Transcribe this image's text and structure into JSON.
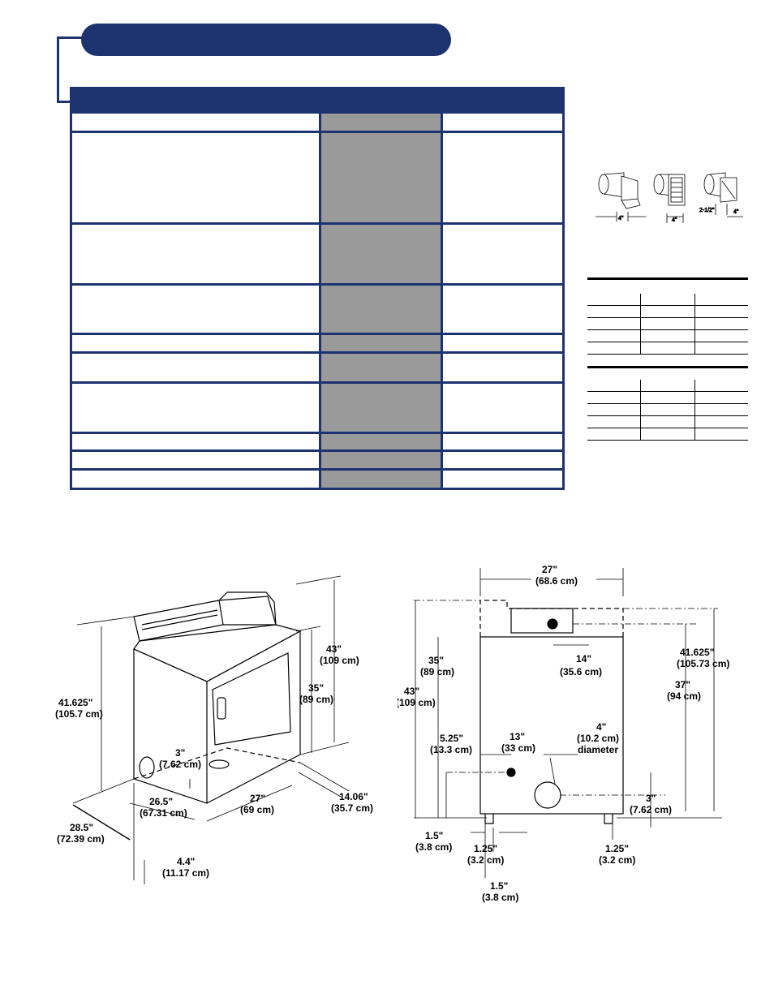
{
  "colors": {
    "brand_navy": "#1c3370",
    "shade_gray": "#9a9a9a"
  },
  "hoods": {
    "labels": [
      "4\"",
      "4\"",
      "2-1/2\"",
      "4\""
    ]
  },
  "left_diagram": {
    "dim_height_total": [
      "43\"",
      "(109 cm)"
    ],
    "dim_height_top": [
      "35\"",
      "(89 cm)"
    ],
    "dim_height_front": [
      "41.625\"",
      "(105.7 cm)"
    ],
    "dim_vent_height": [
      "3\"",
      "(7.62 cm)"
    ],
    "dim_depth_body": [
      "26.5\"",
      "(67.31 cm)"
    ],
    "dim_width": [
      "27\"",
      "(69 cm)"
    ],
    "dim_side_offset": [
      "14.06\"",
      "(35.7 cm)"
    ],
    "dim_depth_total": [
      "28.5\"",
      "(72.39 cm)"
    ],
    "dim_back_offset": [
      "4.4\"",
      "(11.17 cm)"
    ]
  },
  "right_diagram": {
    "dim_width": [
      "27\"",
      "(68.6 cm)"
    ],
    "dim_height_top": [
      "35\"",
      "(89 cm)"
    ],
    "dim_height_total": [
      "43\"",
      "(109 cm)"
    ],
    "dim_console_offset": [
      "14\"",
      "(35.6 cm)"
    ],
    "dim_vent_diameter": [
      "4\"",
      "(10.2 cm)",
      "diameter"
    ],
    "dim_vent_horiz": [
      "13\"",
      "(33 cm)"
    ],
    "dim_gas_height": [
      "5.25\"",
      "(13.3 cm)"
    ],
    "dim_front_height": [
      "41.625\"",
      "(105.73 cm)"
    ],
    "dim_cabinet_height": [
      "37\"",
      "(94 cm)"
    ],
    "dim_vent_low": [
      "3\"",
      "(7.62 cm)"
    ],
    "dim_left_edge": [
      "1.5\"",
      "(3.8 cm)"
    ],
    "dim_foot_left": [
      "1.25\"",
      "(3.2 cm)"
    ],
    "dim_foot_right": [
      "1.25\"",
      "(3.2 cm)"
    ],
    "dim_foot_offset": [
      "1.5\"",
      "(3.8 cm)"
    ]
  }
}
